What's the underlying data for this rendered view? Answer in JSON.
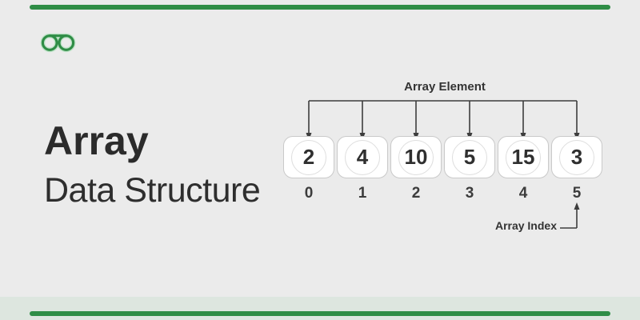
{
  "page": {
    "background_color": "#ebebeb",
    "footer_band_color": "#dde6df",
    "accent_bar_color": "#2f8d46"
  },
  "brand": {
    "logo": "geeksforgeeks-logo",
    "logo_color": "#2f8d46"
  },
  "title": {
    "heading": "Array",
    "subheading": "Data Structure"
  },
  "diagram": {
    "element_label": "Array Element",
    "index_label": "Array Index",
    "cells": [
      {
        "value": "2",
        "index": "0"
      },
      {
        "value": "4",
        "index": "1"
      },
      {
        "value": "10",
        "index": "2"
      },
      {
        "value": "5",
        "index": "3"
      },
      {
        "value": "15",
        "index": "4"
      },
      {
        "value": "3",
        "index": "5"
      }
    ]
  }
}
